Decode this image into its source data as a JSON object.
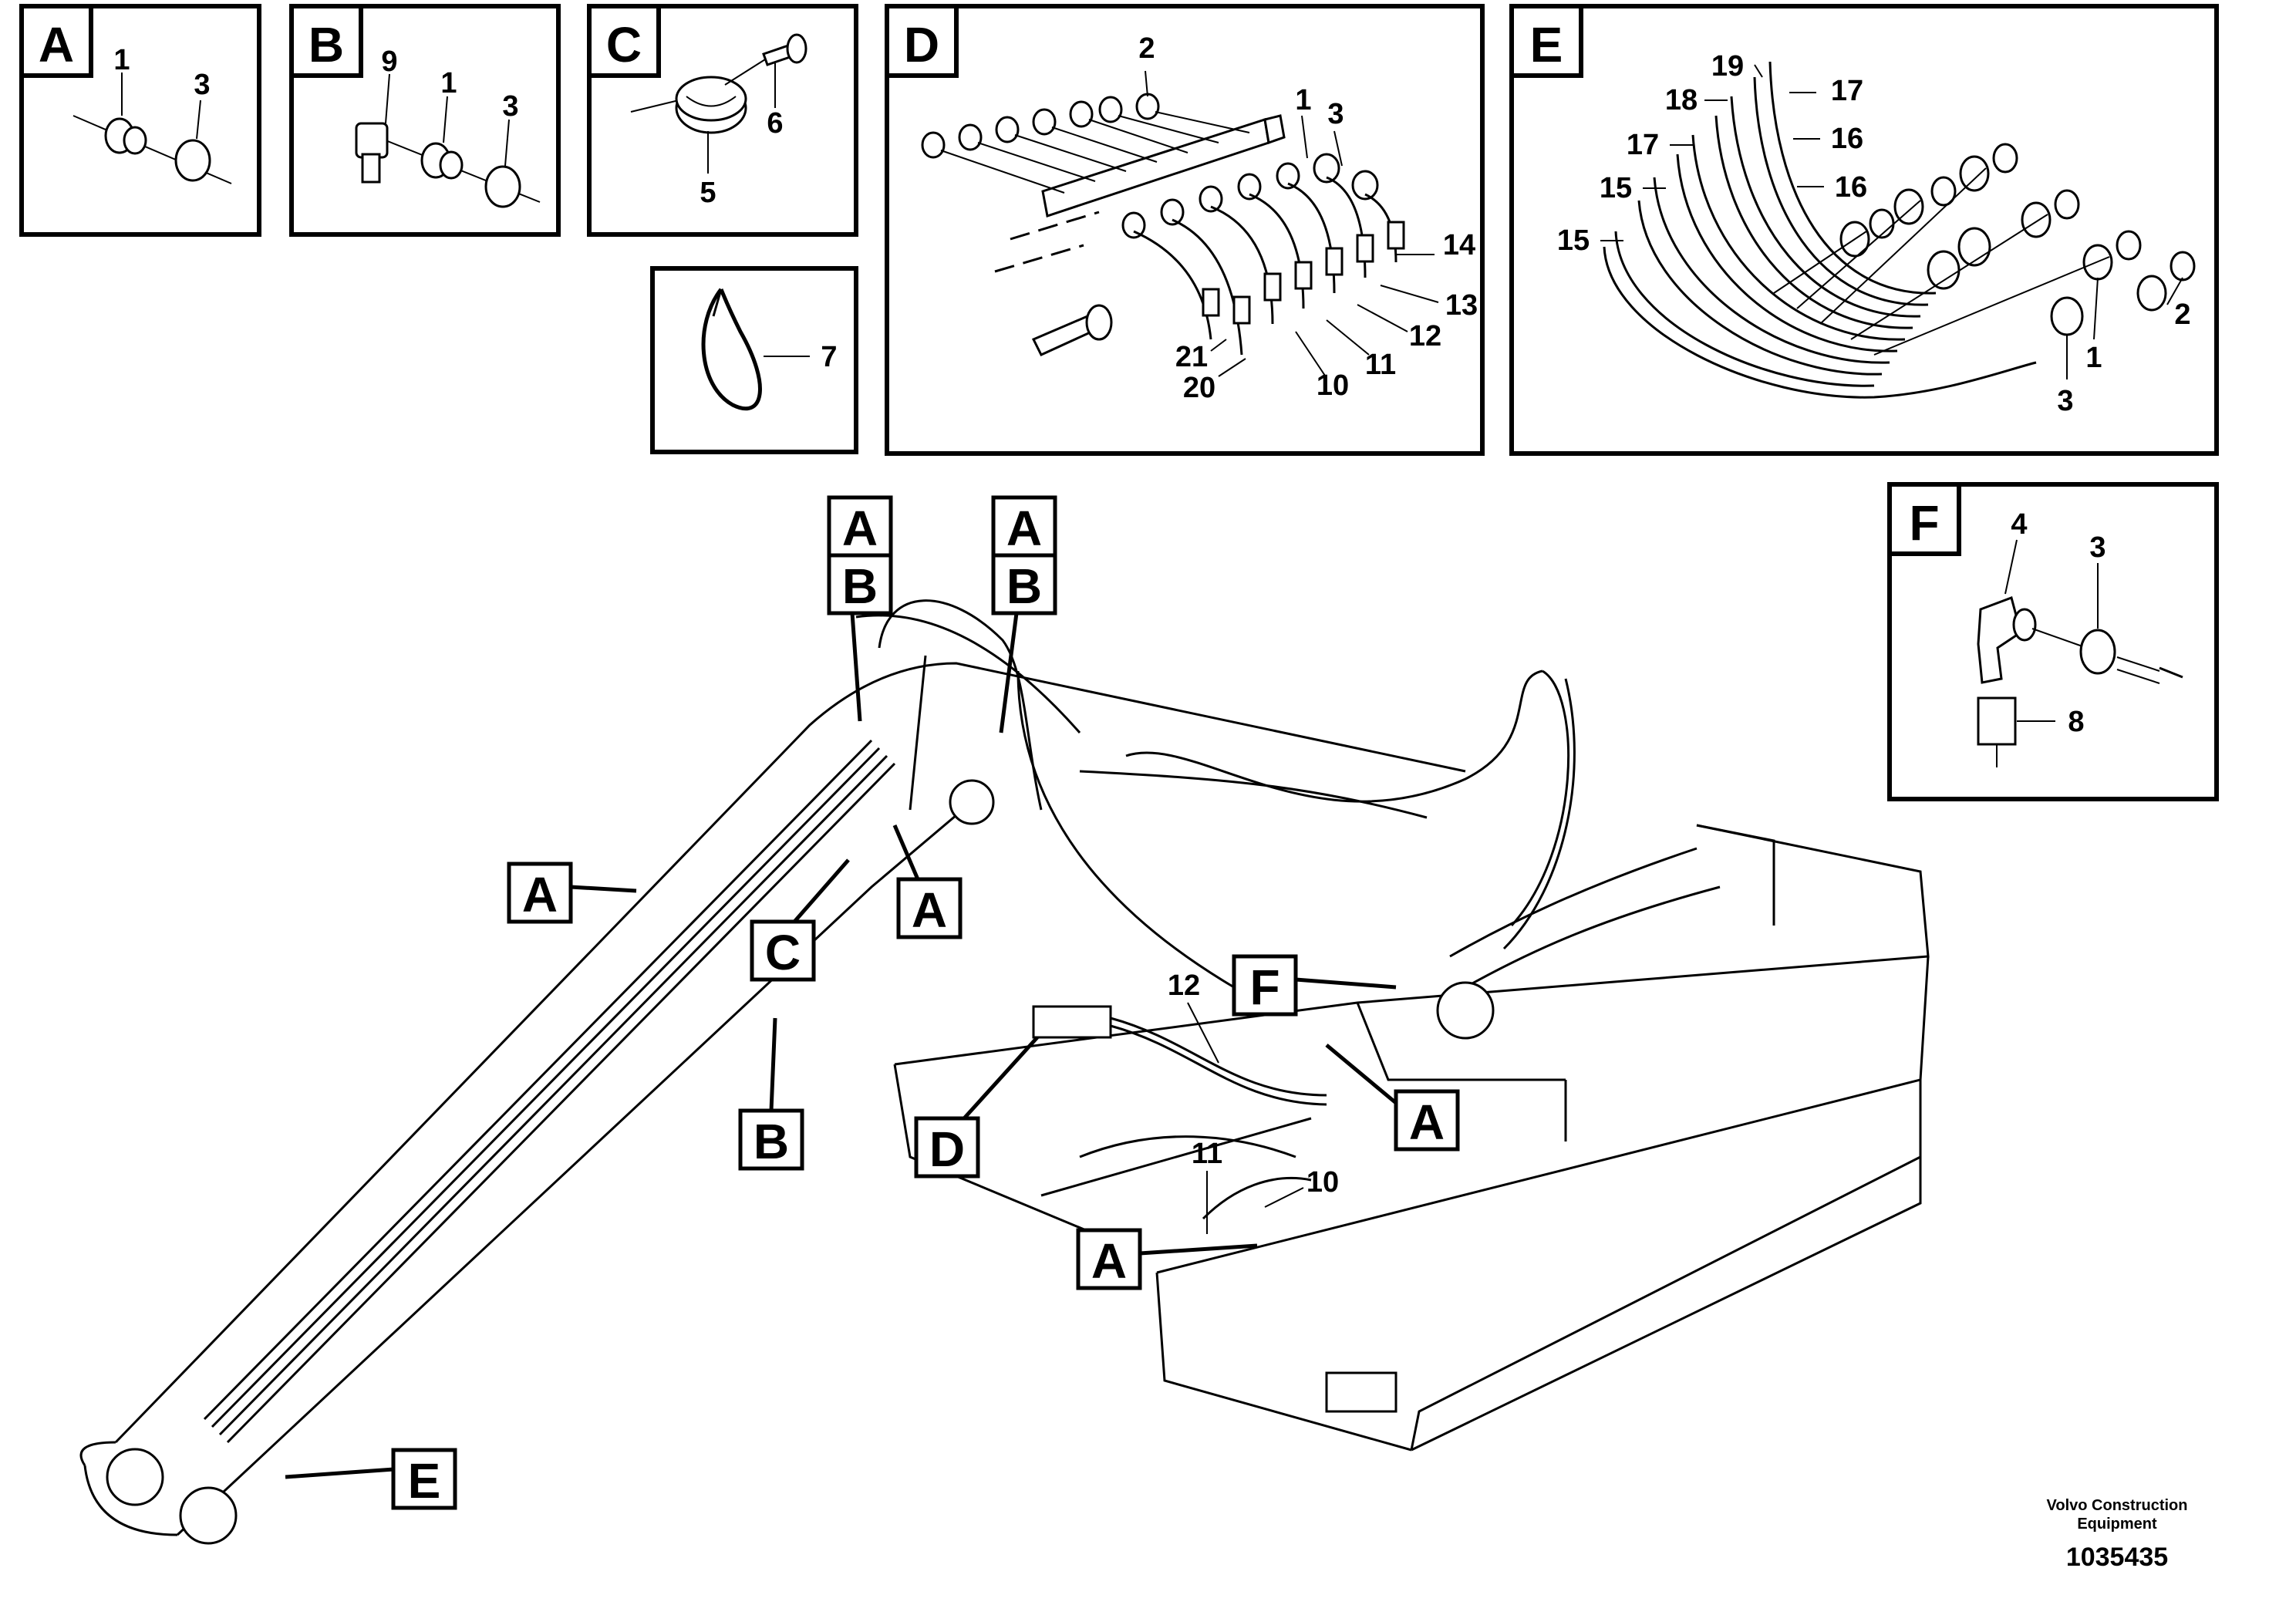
{
  "panels": [
    {
      "id": "A",
      "label": "A",
      "callouts": [
        "1",
        "3"
      ]
    },
    {
      "id": "B",
      "label": "B",
      "callouts": [
        "9",
        "1",
        "3"
      ]
    },
    {
      "id": "C",
      "label": "C",
      "callouts": [
        "6",
        "5"
      ]
    },
    {
      "id": "C7",
      "label": "",
      "callouts": [
        "7"
      ]
    },
    {
      "id": "D",
      "label": "D",
      "callouts": [
        "2",
        "1",
        "3",
        "14",
        "13",
        "12",
        "11",
        "10",
        "21",
        "20"
      ]
    },
    {
      "id": "E",
      "label": "E",
      "callouts": [
        "19",
        "17",
        "18",
        "16",
        "17",
        "16",
        "15",
        "15",
        "2",
        "1",
        "3"
      ]
    },
    {
      "id": "F",
      "label": "F",
      "callouts": [
        "4",
        "3",
        "8"
      ]
    }
  ],
  "main_tags": [
    "A",
    "B",
    "A",
    "B",
    "A",
    "C",
    "A",
    "B",
    "F",
    "D",
    "A",
    "A",
    "E"
  ],
  "main_callouts": [
    "12",
    "11",
    "10"
  ],
  "footer": {
    "company_line1": "Volvo Construction",
    "company_line2": "Equipment",
    "doc_number": "1035435"
  }
}
